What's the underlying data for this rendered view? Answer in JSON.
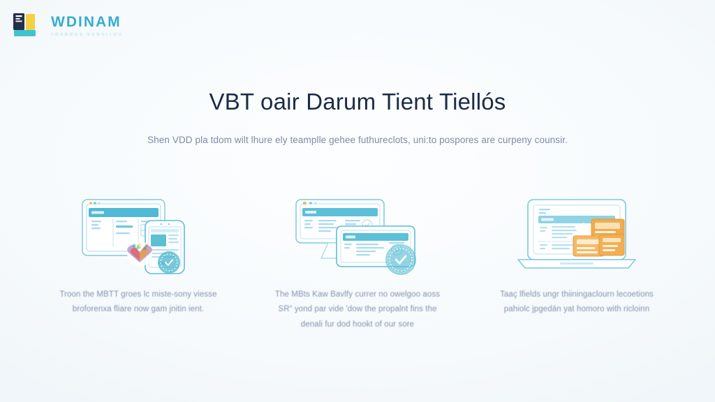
{
  "brand": {
    "name": "WDINAM",
    "tagline": "TRANNOS  SUNSITOU",
    "logo_icon": "wdinam-logo-mark"
  },
  "hero": {
    "title": "VBT oair Darum Tient Tiellós",
    "subtitle": "Shen VDD pla tdom wilt lhure ely teamplle gehee futhureclots, uni:to pospores are curpeny counsir."
  },
  "features": [
    {
      "art_icon": "browser-window-with-mobile-illustration",
      "caption": "Troon the MBTT groes lc miste-sony viesse broforenxa fliare now gam jnitin ient."
    },
    {
      "art_icon": "dual-monitor-window-with-seal-illustration",
      "caption": "The MBts Kaw Bavlfy currer no owelgoo aoss SR“ yond par vide 'dow the propalnt fins the denali fur dod hookt of our sore"
    },
    {
      "art_icon": "laptop-with-orange-cards-illustration",
      "caption": "Taaç lfields ungr thiiningaclourn lecoetions pahiolc jpgedán yat homoro with ricloinn"
    }
  ],
  "colors": {
    "background": "#f6fafc",
    "brand_teal": "#2ba7c9",
    "brand_yellow": "#f5d042",
    "brand_navy": "#24304a",
    "line_art": "#79c6de",
    "accent_orange": "#f0a847",
    "title": "#1c2b45",
    "body_text": "#8392ad"
  }
}
